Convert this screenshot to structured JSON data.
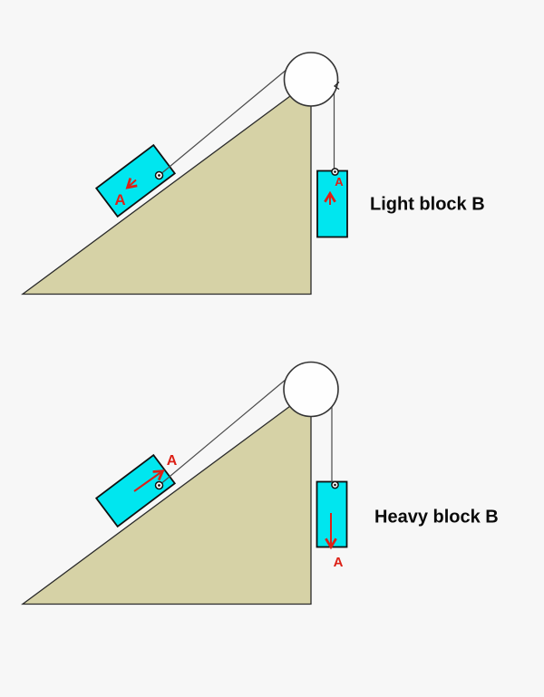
{
  "scene": {
    "background": "#f7f7f7",
    "outline": "#2b2b2b",
    "colors": {
      "incline_fill": "#d6d2a6",
      "block_fill": "#00e6ef",
      "pulley_fill": "#fefefe",
      "rope": "#4a4a4a",
      "arrow_red": "#dd2016",
      "caption_black": "#0a0a0a"
    }
  },
  "diagrams": [
    {
      "caption": "Light block B",
      "incline_block_label": "A",
      "hanging_block_label": "A",
      "incline_arrow_direction": "down-incline",
      "hanging_arrow_direction": "up"
    },
    {
      "caption": "Heavy block B",
      "incline_block_label": "A",
      "hanging_block_label": "A",
      "incline_arrow_direction": "up-incline",
      "hanging_arrow_direction": "down"
    }
  ]
}
